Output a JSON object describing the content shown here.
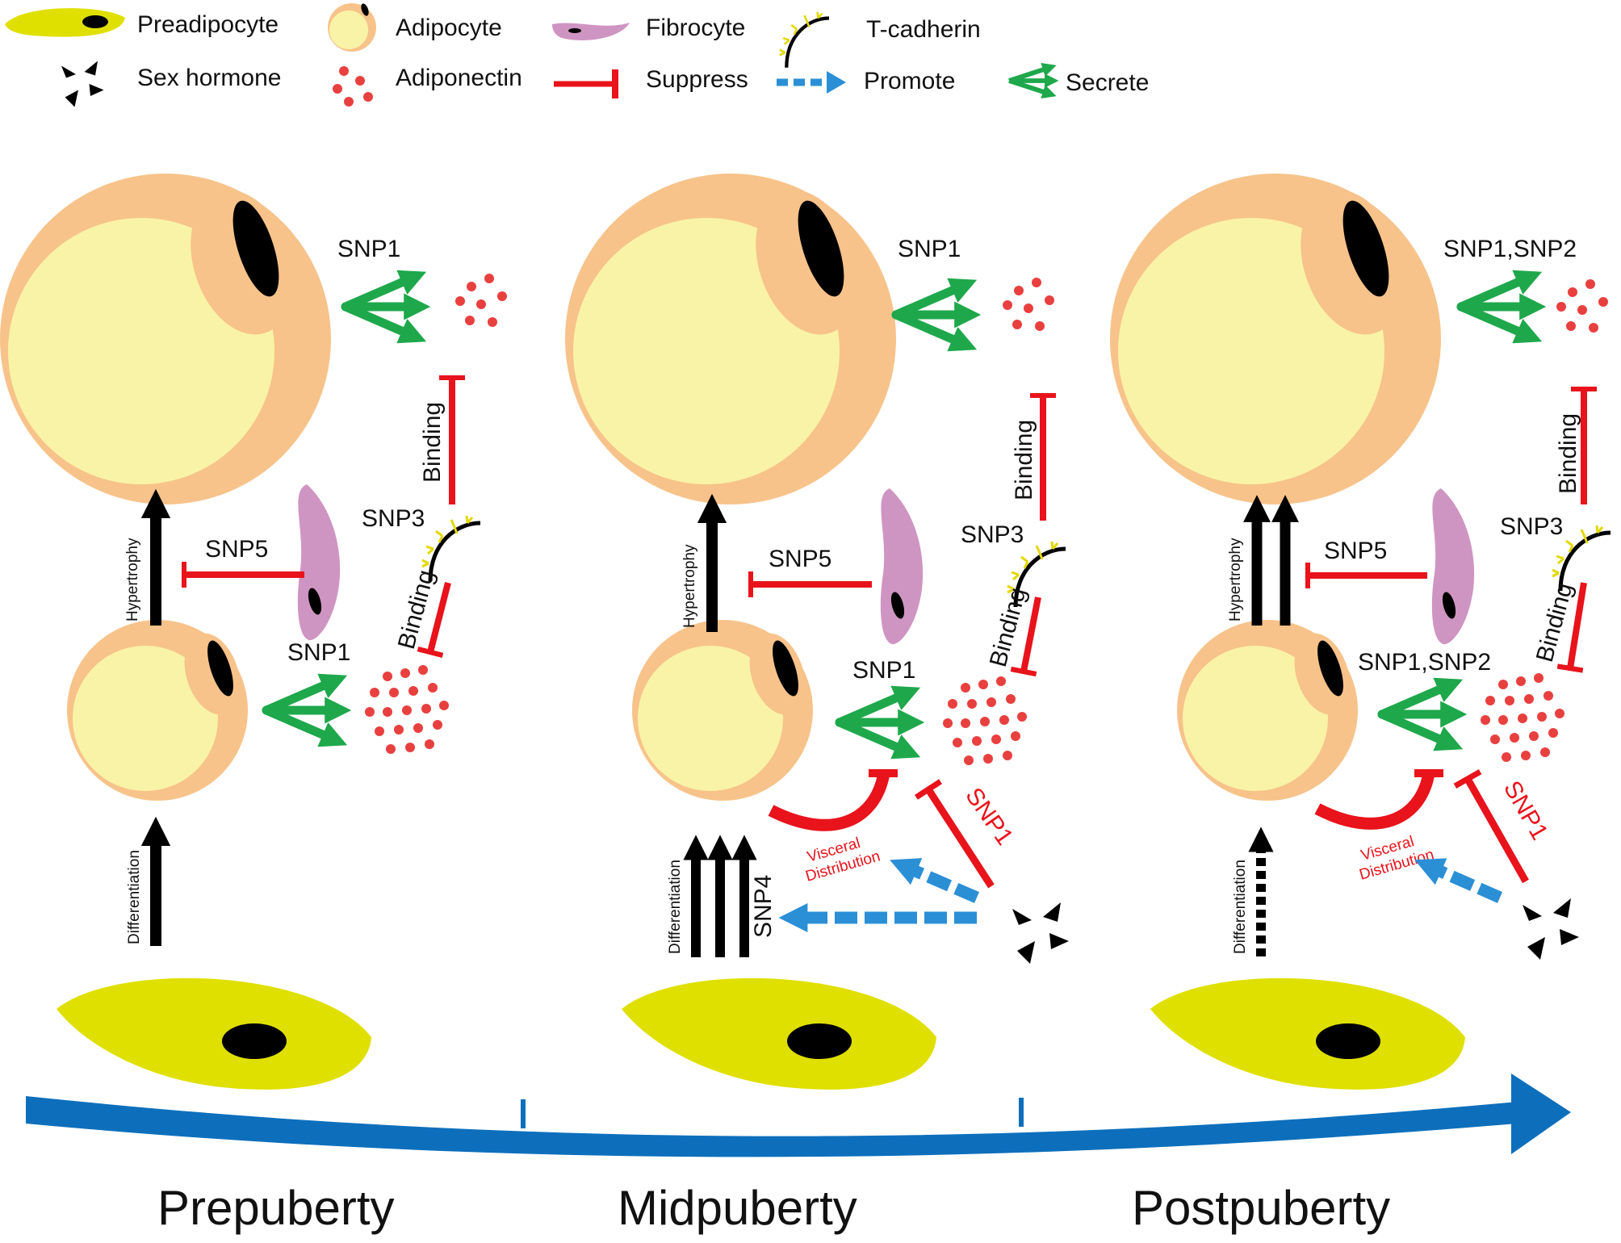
{
  "legend": {
    "preadipocyte": "Preadipocyte",
    "adipocyte": "Adipocyte",
    "fibrocyte": "Fibrocyte",
    "tcadherin": "T-cadherin",
    "sex_hormone": "Sex hormone",
    "adiponectin": "Adiponectin",
    "suppress": "Suppress",
    "promote": "Promote",
    "secrete": "Secrete"
  },
  "labels": {
    "snp1": "SNP1",
    "snp3": "SNP3",
    "snp4": "SNP4",
    "snp5": "SNP5",
    "snp1_snp2": "SNP1,SNP2",
    "binding": "Binding",
    "hypertrophy": "Hypertrophy",
    "differentiation": "Differentiation",
    "visceral": "Visceral",
    "distribution": "Distribution"
  },
  "stages": {
    "pre": "Prepuberty",
    "mid": "Midpuberty",
    "post": "Postpuberty"
  },
  "colors": {
    "adipocyte_outer": "#f7c38a",
    "adipocyte_inner": "#f9f3a7",
    "preadipocyte": "#dfe000",
    "fibrocyte": "#cf95c2",
    "secrete": "#1ea84b",
    "suppress": "#e8131b",
    "promote": "#2b8fd6",
    "timeline": "#0d6fbc"
  }
}
